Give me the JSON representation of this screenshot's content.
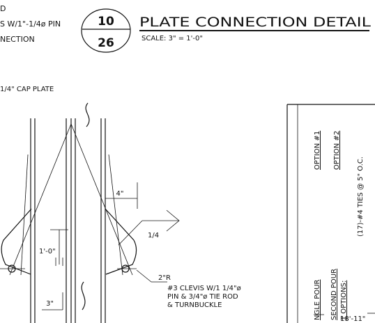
{
  "header": {
    "note_line1": "D",
    "note_line2": "S W/1\"-1/4ø PIN",
    "note_line3": "NECTION",
    "detail_number": "10",
    "sheet_number": "26",
    "title": "PLATE CONNECTION DETAIL",
    "scale": "SCALE: 3\" = 1'-0\""
  },
  "labels": {
    "cap_plate": "1/4\" CAP PLATE",
    "dim_4in": "4\"",
    "weld": "1/4",
    "dim_1ft": "1'-0\"",
    "dim_3in": "3\"",
    "radius": "2\"R",
    "clevis_line1": "#3 CLEVIS W/1 1/4\"ø",
    "clevis_line2": "PIN & 3/4\"ø TIE ROD",
    "clevis_line3": "& TURNBUCKLE"
  },
  "side_section": {
    "option1": "OPTION #1",
    "option2": "OPTION #2",
    "ties": "(17)-#4 TIES @ 5\" O.C.",
    "single_pour": "NGLE POUR",
    "second_pour": "SECOND POUR",
    "options": "T OPTIONS:",
    "dim": "18'-11\""
  }
}
